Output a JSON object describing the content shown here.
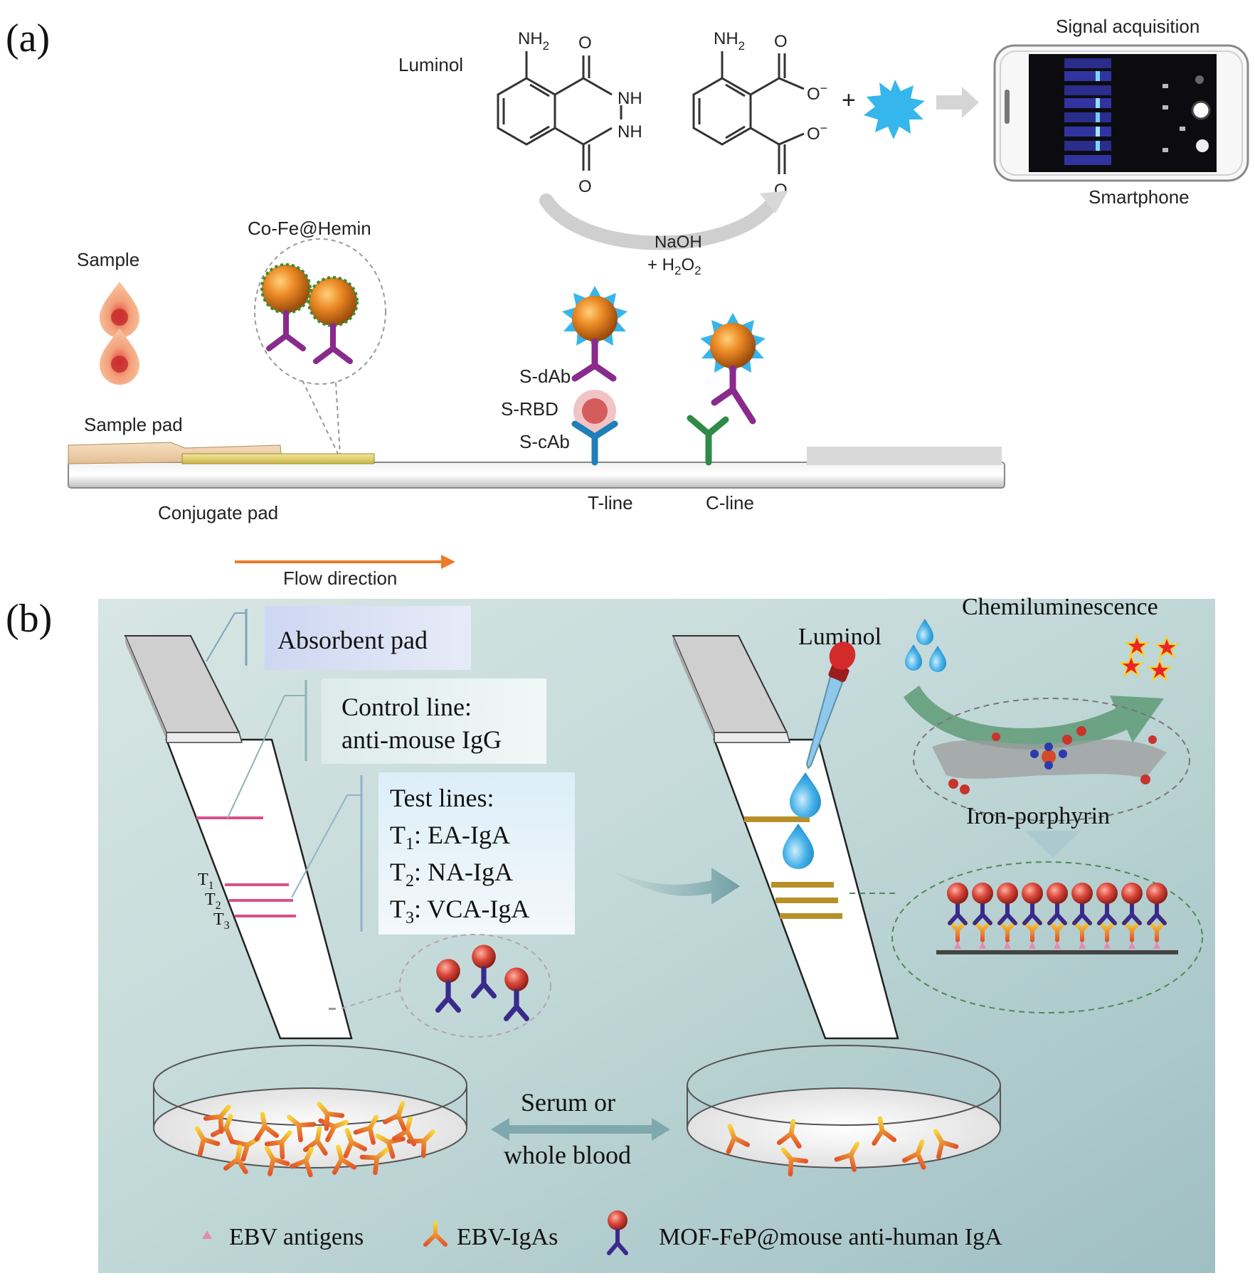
{
  "panel_a": {
    "label": "(a)",
    "luminol_label": "Luminol",
    "nh2": "NH",
    "nh2_sub": "2",
    "o": "O",
    "nh": "NH",
    "o_minus": "O",
    "minus": "−",
    "plus": "+",
    "reagent_line1": "NaOH",
    "reagent_line2_prefix": "+ H",
    "reagent_sub1": "2",
    "reagent_mid": "O",
    "reagent_sub2": "2",
    "signal_acquisition": "Signal acquisition",
    "smartphone": "Smartphone",
    "sample": "Sample",
    "co_fe_hemin": "Co-Fe@Hemin",
    "sample_pad": "Sample pad",
    "conjugate_pad": "Conjugate pad",
    "s_dab": "S-dAb",
    "s_rbd": "S-RBD",
    "s_cab": "S-cAb",
    "t_line": "T-line",
    "c_line": "C-line",
    "flow_direction": "Flow direction"
  },
  "panel_b": {
    "label": "(b)",
    "absorbent_pad": "Absorbent pad",
    "control_line_1": "Control line:",
    "control_line_2": "anti-mouse IgG",
    "test_lines_title": "Test lines:",
    "test_lines": [
      {
        "t": "T",
        "sub": "1",
        "text": ": EA-IgA"
      },
      {
        "t": "T",
        "sub": "2",
        "text": ": NA-IgA"
      },
      {
        "t": "T",
        "sub": "3",
        "text": ": VCA-IgA"
      }
    ],
    "strip_t": "T",
    "strip_subs": [
      "1",
      "2",
      "3"
    ],
    "luminol": "Luminol",
    "chemiluminescence": "Chemiluminescence",
    "iron_porphyrin": "Iron-porphyrin",
    "serum_1": "Serum or",
    "serum_2": "whole blood",
    "legend": {
      "ebv_antigens": "EBV antigens",
      "ebv_igas": "EBV-IgAs",
      "mof": "MOF-FeP@mouse anti-human IgA"
    }
  },
  "colors": {
    "panel_b_bg": "#bcd6d8",
    "orange_particle": "#e07a1e",
    "purple_antibody": "#8a2a8c",
    "blue_antibody": "#1f7fb8",
    "green_antibody": "#2f8a48",
    "cyan_spark": "#35b6ec",
    "test_line_pink": "#d9508a",
    "test_line_gold": "#b8902a",
    "red_sphere": "#d9473f",
    "flow_arrow": "#ef7a2a"
  }
}
